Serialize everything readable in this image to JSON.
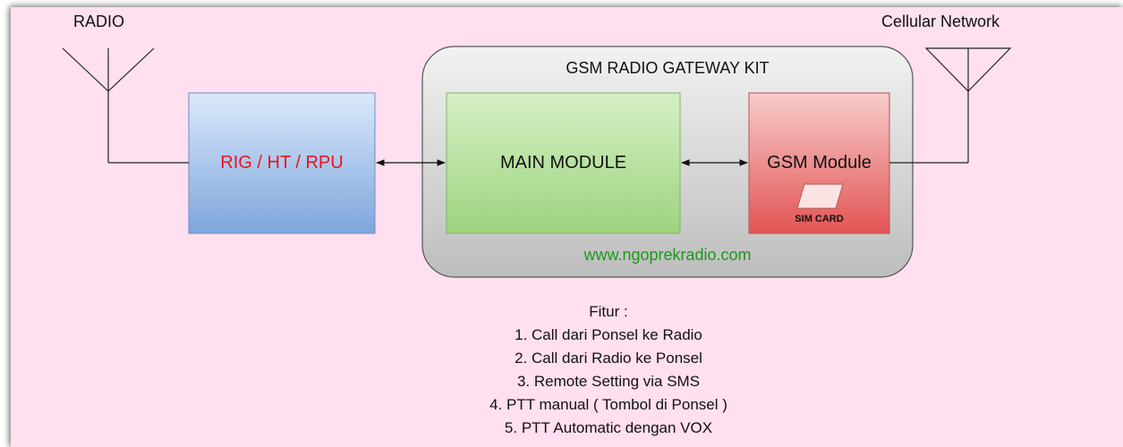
{
  "labels": {
    "radio": "RADIO",
    "cellular": "Cellular Network",
    "gateway_title": "GSM RADIO GATEWAY KIT",
    "rig": "RIG / HT / RPU",
    "main_module": "MAIN MODULE",
    "gsm_module": "GSM Module",
    "sim_card": "SIM CARD",
    "website": "www.ngoprekradio.com"
  },
  "features": {
    "title": "Fitur :",
    "items": [
      "1. Call dari Ponsel ke Radio",
      "2. Call dari Radio ke Ponsel",
      "3. Remote Setting via SMS",
      "4. PTT manual ( Tombol  di Ponsel )",
      "5. PTT Automatic dengan VOX"
    ]
  },
  "colors": {
    "background": "#ffdff0",
    "rig_text": "#e8141c",
    "website_text": "#1a9a1a",
    "gateway_fill": "#d3d3d3",
    "main_module_fill": "#b8e0a0",
    "gsm_module_fill": "#ee8a8a",
    "rig_fill": "#a9c6ee"
  }
}
